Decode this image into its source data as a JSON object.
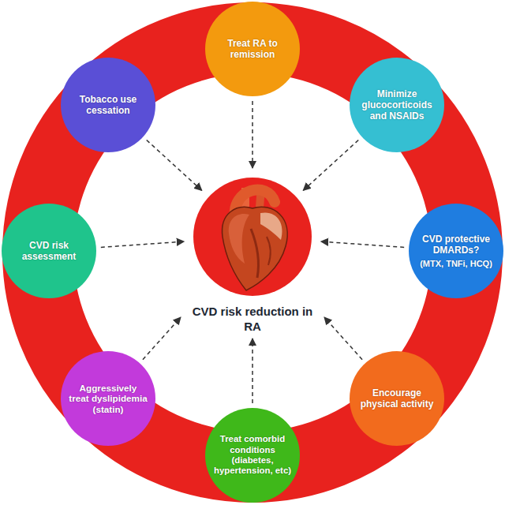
{
  "diagram": {
    "nodes": [
      {
        "text": [
          "Treat RA to remission"
        ]
      },
      {
        "text": [
          "Minimize glucocorticoids and NSAIDs"
        ]
      },
      {
        "text": [
          "CVD protective DMARDs?",
          "(MTX, TNFi, HCQ)"
        ]
      },
      {
        "text": [
          "Encourage physical activity"
        ]
      },
      {
        "text": [
          "Treat comorbid conditions (diabetes, hypertension, etc)"
        ]
      },
      {
        "text": [
          "Aggressively treat dyslipidemia (statin)"
        ]
      },
      {
        "text": [
          "CVD risk assessment"
        ]
      },
      {
        "text": [
          "Tobacco use cessation"
        ]
      },
      {
        "text": [
          "CVD risk reduction in RA"
        ]
      }
    ],
    "edges": [
      {
        "from": 0,
        "to": 8,
        "arrow": "to"
      },
      {
        "from": 1,
        "to": 8,
        "arrow": "to"
      },
      {
        "from": 2,
        "to": 8,
        "arrow": "to"
      },
      {
        "from": 3,
        "to": 8,
        "arrow": "to"
      },
      {
        "from": 4,
        "to": 8,
        "arrow": "to"
      },
      {
        "from": 5,
        "to": 8,
        "arrow": "to"
      },
      {
        "from": 6,
        "to": 8,
        "arrow": "to"
      },
      {
        "from": 7,
        "to": 8,
        "arrow": "to"
      }
    ]
  }
}
